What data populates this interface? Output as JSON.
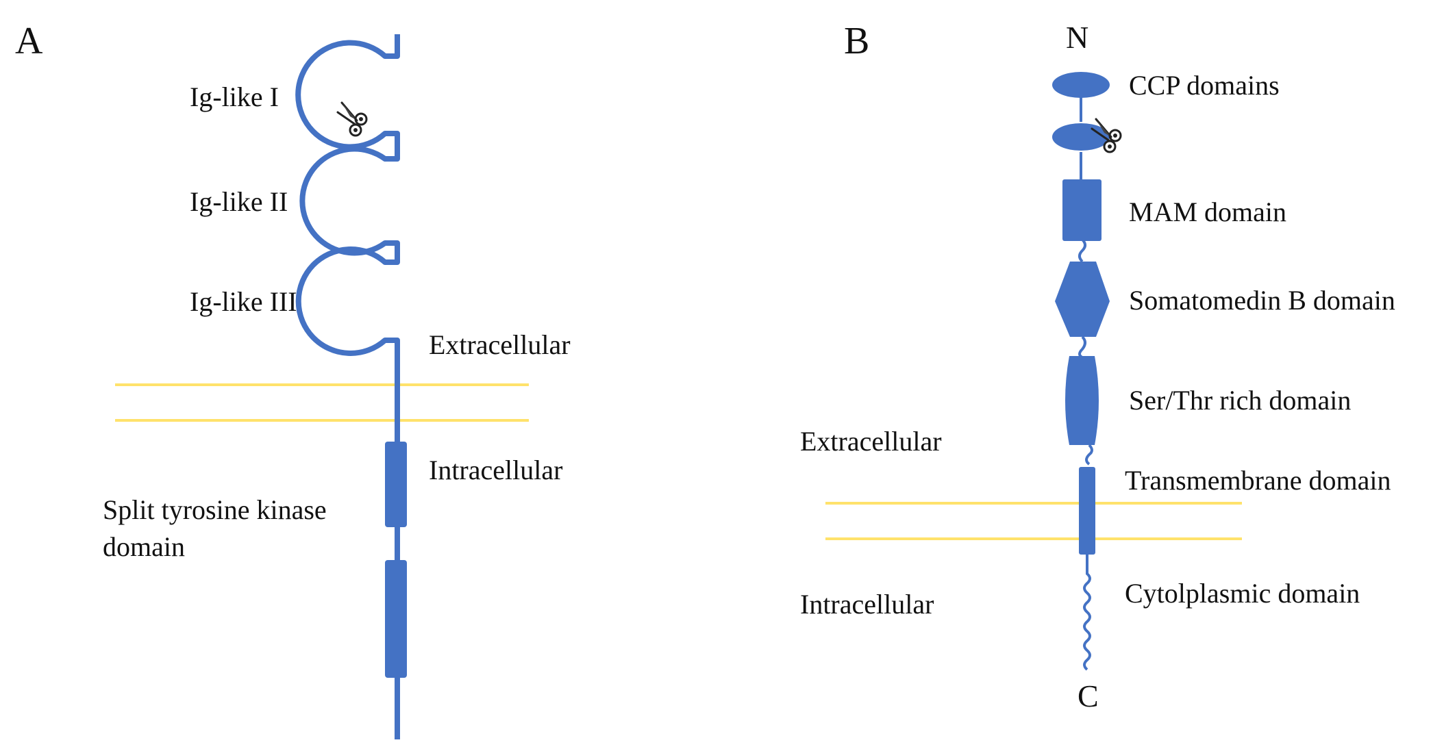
{
  "colors": {
    "protein": "#4472C4",
    "membrane": "#FFE26B",
    "text": "#111111"
  },
  "panel_a": {
    "letter": "A",
    "domains": {
      "ig1": "Ig-like I",
      "ig2": "Ig-like II",
      "ig3": "Ig-like III",
      "kinase_line1": "Split tyrosine kinase",
      "kinase_line2": "domain"
    },
    "extracellular": "Extracellular",
    "intracellular": "Intracellular",
    "cleavage_icon": "scissors-icon"
  },
  "panel_b": {
    "letter": "B",
    "n_terminus": "N",
    "c_terminus": "C",
    "domains": {
      "ccp": "CCP domains",
      "mam": "MAM domain",
      "somatomedin": "Somatomedin B domain",
      "serthr": "Ser/Thr rich domain",
      "transmembrane": "Transmembrane domain",
      "cytoplasmic": "Cytolplasmic domain"
    },
    "extracellular": "Extracellular",
    "intracellular": "Intracellular",
    "cleavage_icon": "scissors-icon"
  }
}
